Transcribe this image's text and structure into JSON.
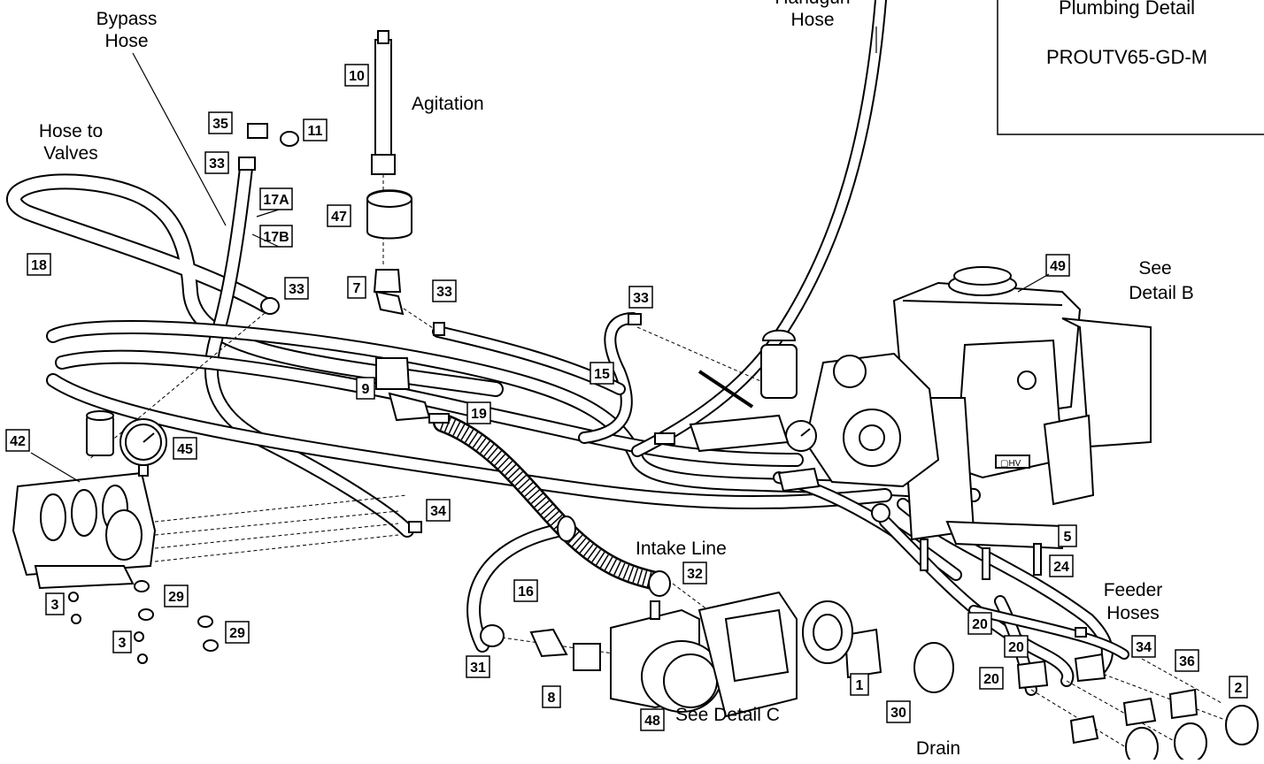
{
  "title_box": {
    "line1": "Plumbing Detail",
    "line2": "PROUTV65-GD-M"
  },
  "labels": {
    "bypass_l1": "Bypass",
    "bypass_l2": "Hose",
    "handgun_l1": "Handgun",
    "handgun_l2": "Hose",
    "valves_l1": "Hose to",
    "valves_l2": "Valves",
    "agitation": "Agitation",
    "detail_b_l1": "See",
    "detail_b_l2": "Detail B",
    "intake": "Intake Line",
    "feeder_l1": "Feeder",
    "feeder_l2": "Hoses",
    "detail_c": "See Detail C",
    "drain": "Drain"
  },
  "callouts": {
    "c10": "10",
    "c35": "35",
    "c11": "11",
    "c33a": "33",
    "c17a": "17A",
    "c17b": "17B",
    "c47": "47",
    "c18": "18",
    "c33b": "33",
    "c7": "7",
    "c33c": "33",
    "c33d": "33",
    "c15": "15",
    "c49": "49",
    "c9": "9",
    "c19": "19",
    "c42": "42",
    "c45": "45",
    "c34a": "34",
    "c5": "5",
    "c24": "24",
    "c32": "32",
    "c16": "16",
    "c3a": "3",
    "c29a": "29",
    "c3b": "3",
    "c29b": "29",
    "c31": "31",
    "c8": "8",
    "c48": "48",
    "c1": "1",
    "c30": "30",
    "c20a": "20",
    "c20b": "20",
    "c20c": "20",
    "c34b": "34",
    "c36": "36",
    "c2": "2"
  }
}
